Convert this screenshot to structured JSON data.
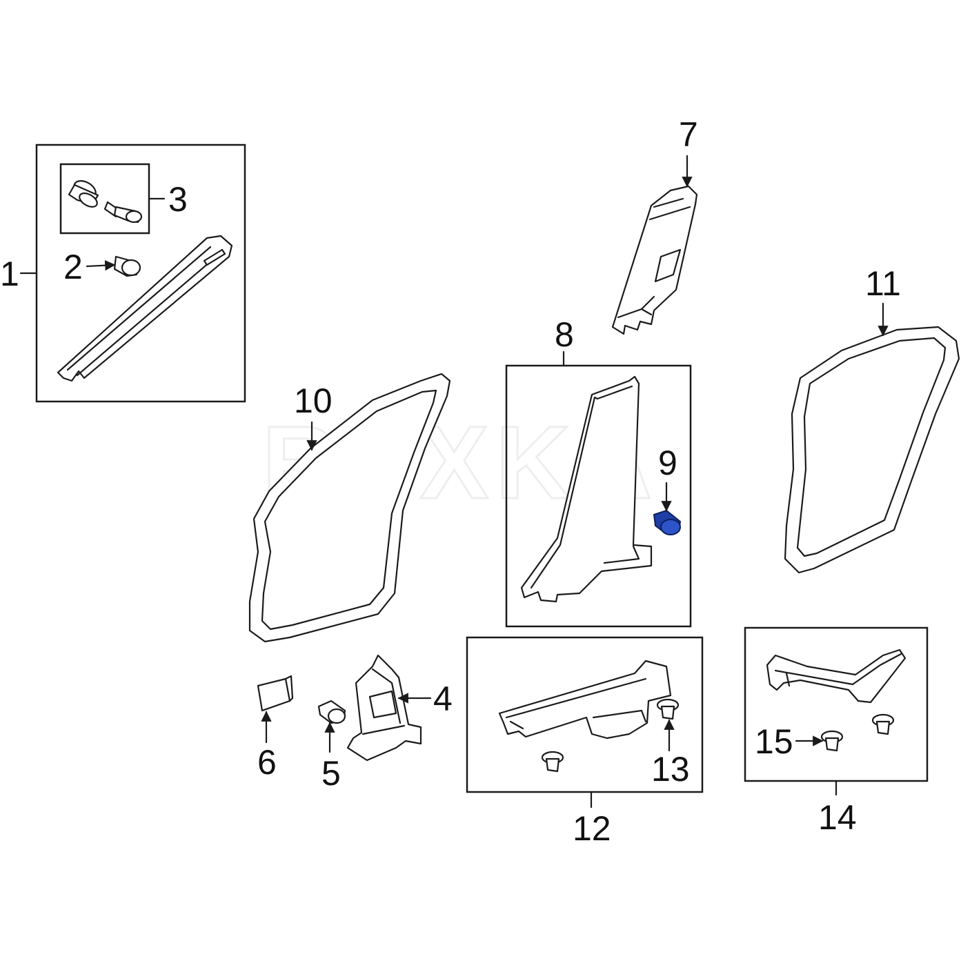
{
  "watermark": "REXKA",
  "colors": {
    "line": "#1a1a1a",
    "highlight": "#1f3fa6",
    "background": "#ffffff",
    "watermark": "#eeeeee"
  },
  "callouts": [
    {
      "id": "1",
      "label": "1"
    },
    {
      "id": "2",
      "label": "2"
    },
    {
      "id": "3",
      "label": "3"
    },
    {
      "id": "4",
      "label": "4"
    },
    {
      "id": "5",
      "label": "5"
    },
    {
      "id": "6",
      "label": "6"
    },
    {
      "id": "7",
      "label": "7"
    },
    {
      "id": "8",
      "label": "8"
    },
    {
      "id": "9",
      "label": "9",
      "highlighted": true
    },
    {
      "id": "10",
      "label": "10"
    },
    {
      "id": "11",
      "label": "11"
    },
    {
      "id": "12",
      "label": "12"
    },
    {
      "id": "13",
      "label": "13"
    },
    {
      "id": "14",
      "label": "14"
    },
    {
      "id": "15",
      "label": "15"
    }
  ]
}
